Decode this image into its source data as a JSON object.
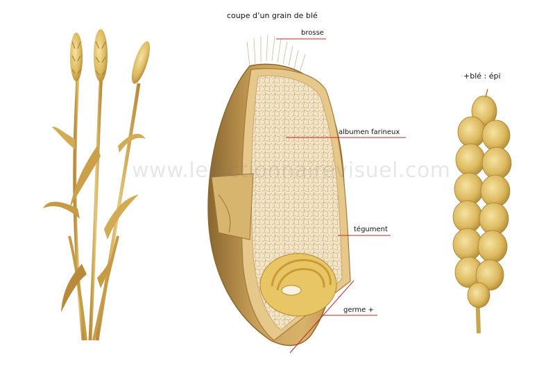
{
  "title": "coupe d’un grain de blé",
  "labels": {
    "brosse": "brosse",
    "albumen": "albumen farineux",
    "tegument": "tégument",
    "germe": "germe +",
    "epi": "+blé : épi"
  },
  "watermark": "www.ledictionnairevisuel.com",
  "colors": {
    "leader": "#cc1f1f",
    "grain_shell": "#c9a058",
    "grain_shadow": "#8a6730",
    "albumen": "#f3e6c8",
    "wheat": "#d9b45a"
  }
}
